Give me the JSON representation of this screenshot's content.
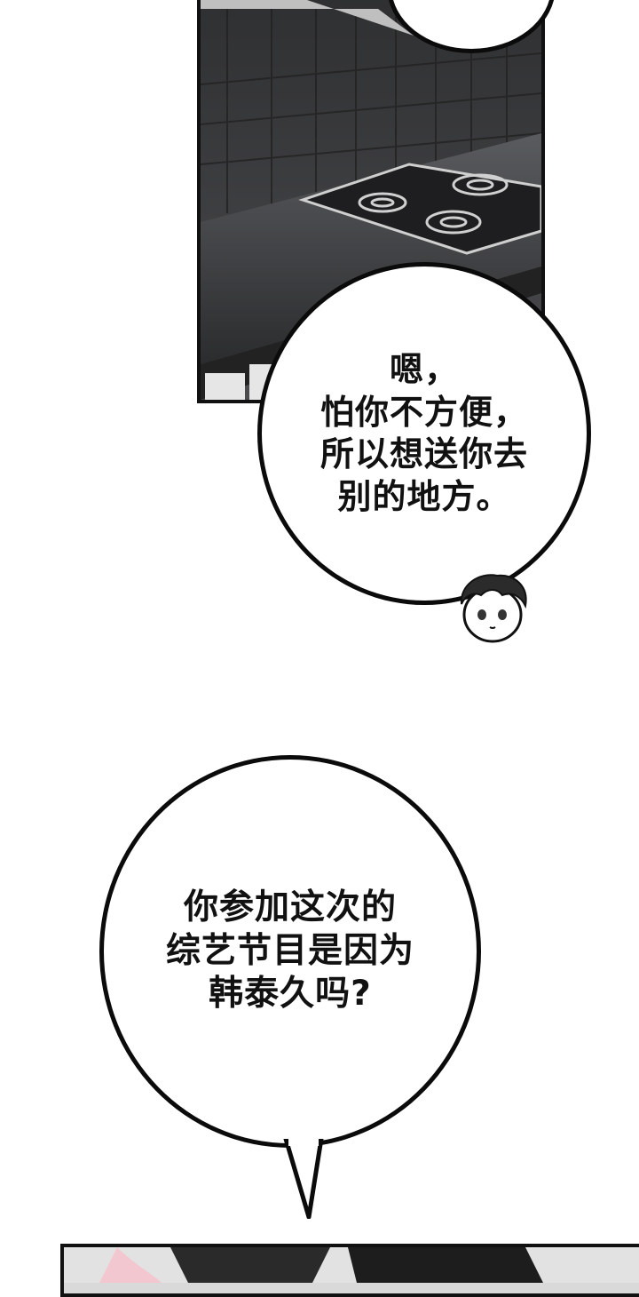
{
  "bubbles": {
    "first": {
      "lines": [
        "嗯，",
        "怕你不方便，",
        "所以想送你去",
        "别的地方。"
      ]
    },
    "second": {
      "lines": [
        "你参加这次的",
        "综艺节目是因为",
        "韩泰久吗?"
      ]
    }
  },
  "colors": {
    "ink": "#0b0b0b",
    "panel_dark": "#3a3b3d",
    "paper": "#ffffff"
  },
  "icons": {
    "speaker": "character-face-icon"
  }
}
